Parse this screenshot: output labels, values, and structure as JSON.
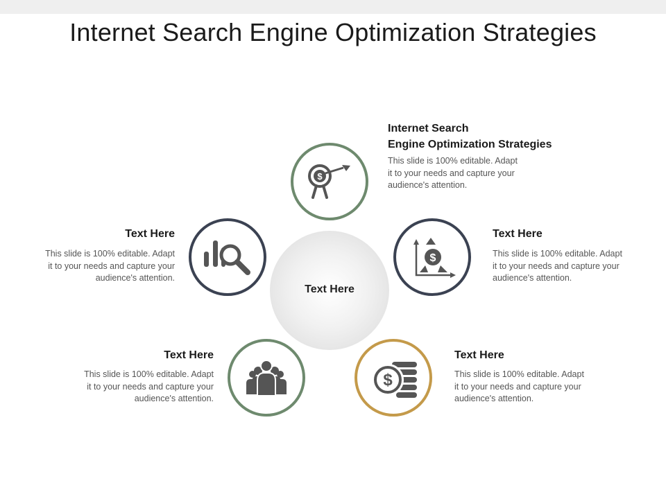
{
  "slide": {
    "title": "Internet Search Engine Optimization Strategies",
    "center_label": "Text Here"
  },
  "colors": {
    "green": "#6e8a6e",
    "navy": "#3b4252",
    "gold": "#c49a4a",
    "icon": "#555555"
  },
  "items": [
    {
      "icon": "target-dollar-arrow-icon",
      "heading_lines": [
        "Internet Search",
        "Engine Optimization Strategies"
      ],
      "desc_lines": [
        "This slide is 100% editable. Adapt",
        "it to your needs and capture your",
        "audience's attention."
      ]
    },
    {
      "icon": "dollar-growth-chart-icon",
      "heading": "Text Here",
      "desc_lines": [
        "This slide is 100% editable. Adapt",
        "it to your needs and capture your",
        "audience's attention."
      ]
    },
    {
      "icon": "dollar-coins-icon",
      "heading": "Text Here",
      "desc_lines": [
        "This slide is 100% editable. Adapt",
        "it to your needs and capture your",
        "audience's attention."
      ]
    },
    {
      "icon": "team-people-icon",
      "heading": "Text Here",
      "desc_lines": [
        "This slide is 100% editable. Adapt",
        "it to your needs and capture your",
        "audience's attention."
      ]
    },
    {
      "icon": "bar-chart-magnifier-icon",
      "heading": "Text Here",
      "desc_lines": [
        "This slide is 100% editable. Adapt",
        "it to your needs and capture your",
        "audience's attention."
      ]
    }
  ]
}
